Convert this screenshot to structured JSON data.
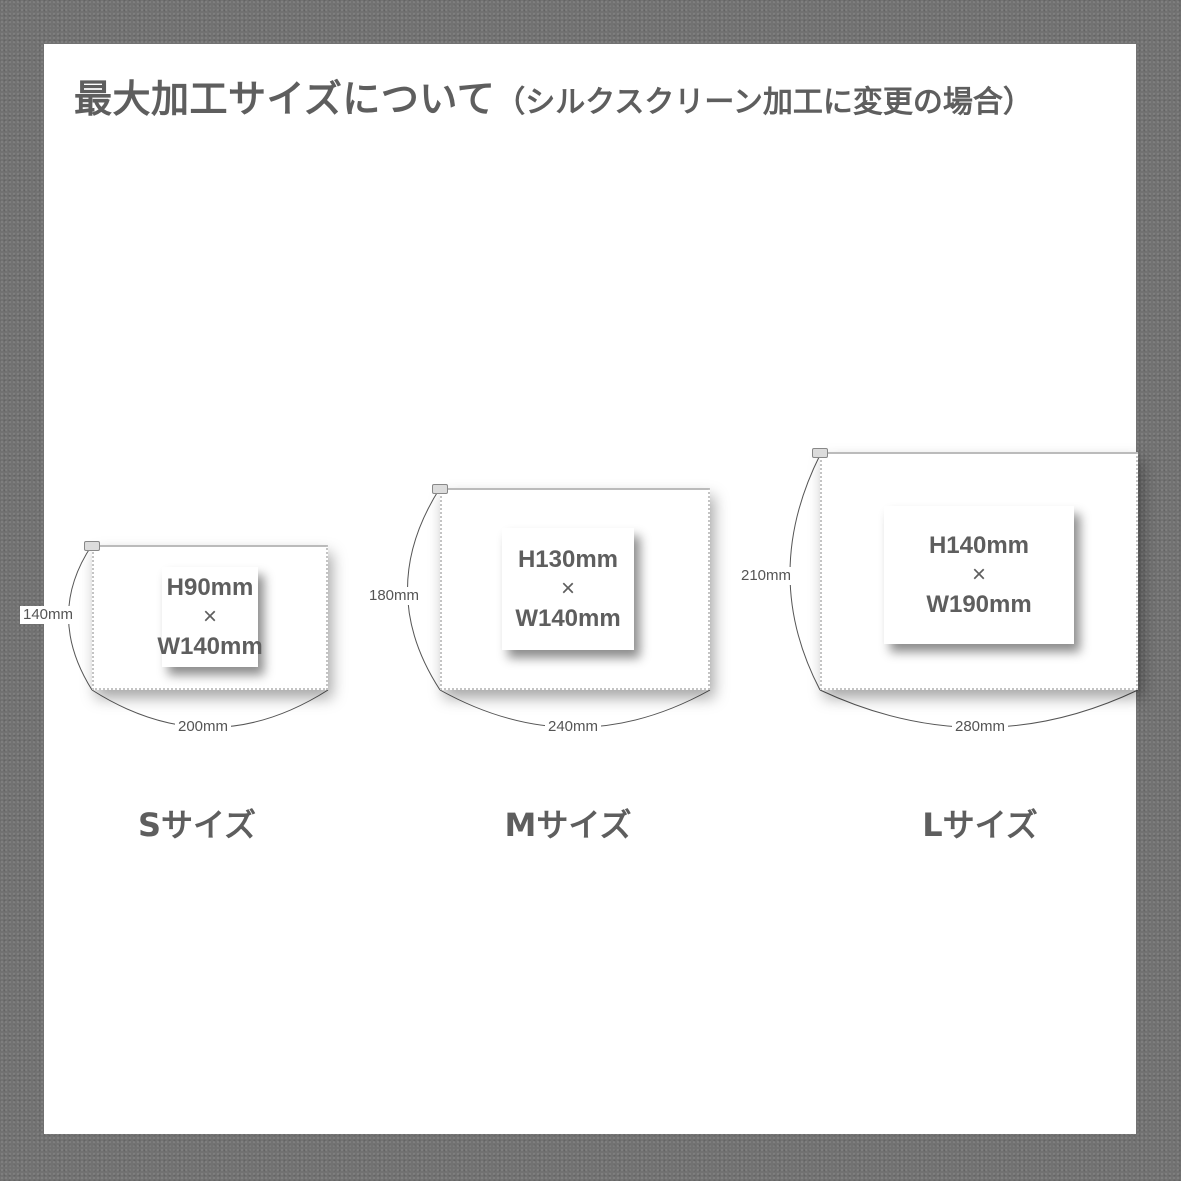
{
  "title": {
    "main": "最大加工サイズについて",
    "sub": "（シルクスクリーン加工に変更の場合）"
  },
  "pouches": [
    {
      "size_label": "Sサイズ",
      "width_label": "200mm",
      "height_label": "140mm",
      "print_h": "H90mm",
      "times": "×",
      "print_w": "W140mm"
    },
    {
      "size_label": "Mサイズ",
      "width_label": "240mm",
      "height_label": "180mm",
      "print_h": "H130mm",
      "times": "×",
      "print_w": "W140mm"
    },
    {
      "size_label": "Lサイズ",
      "width_label": "280mm",
      "height_label": "210mm",
      "print_h": "H140mm",
      "times": "×",
      "print_w": "W190mm"
    }
  ],
  "colors": {
    "background": "#727272",
    "panel": "#ffffff",
    "text": "#5e5e5e"
  }
}
